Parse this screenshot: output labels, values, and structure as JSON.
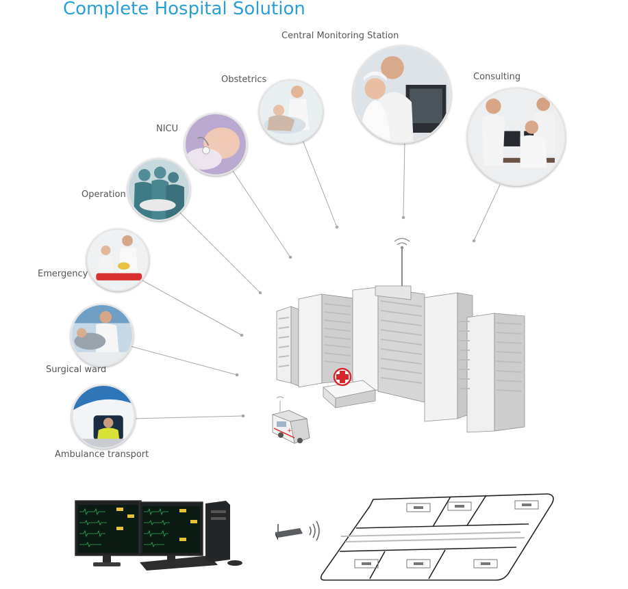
{
  "title": "Complete Hospital Solution",
  "departments": [
    {
      "key": "central",
      "label": "Central Monitoring Station"
    },
    {
      "key": "obstetrics",
      "label": "Obstetrics"
    },
    {
      "key": "consulting",
      "label": "Consulting"
    },
    {
      "key": "nicu",
      "label": "NICU"
    },
    {
      "key": "operation",
      "label": "Operation"
    },
    {
      "key": "emergency",
      "label": "Emergency"
    },
    {
      "key": "surgical",
      "label": "Surgical ward"
    },
    {
      "key": "ambulance",
      "label": "Ambulance transport"
    }
  ],
  "icons": {
    "hospital": "hospital-building-icon",
    "cross": "red-cross-icon",
    "antenna": "antenna-icon",
    "ambulance": "ambulance-icon",
    "workstation": "central-monitor-workstation-icon",
    "router": "wireless-router-icon",
    "floorplan": "ward-floor-plan-icon"
  },
  "colors": {
    "title": "#2a9fd6",
    "cross": "#d7262b"
  }
}
